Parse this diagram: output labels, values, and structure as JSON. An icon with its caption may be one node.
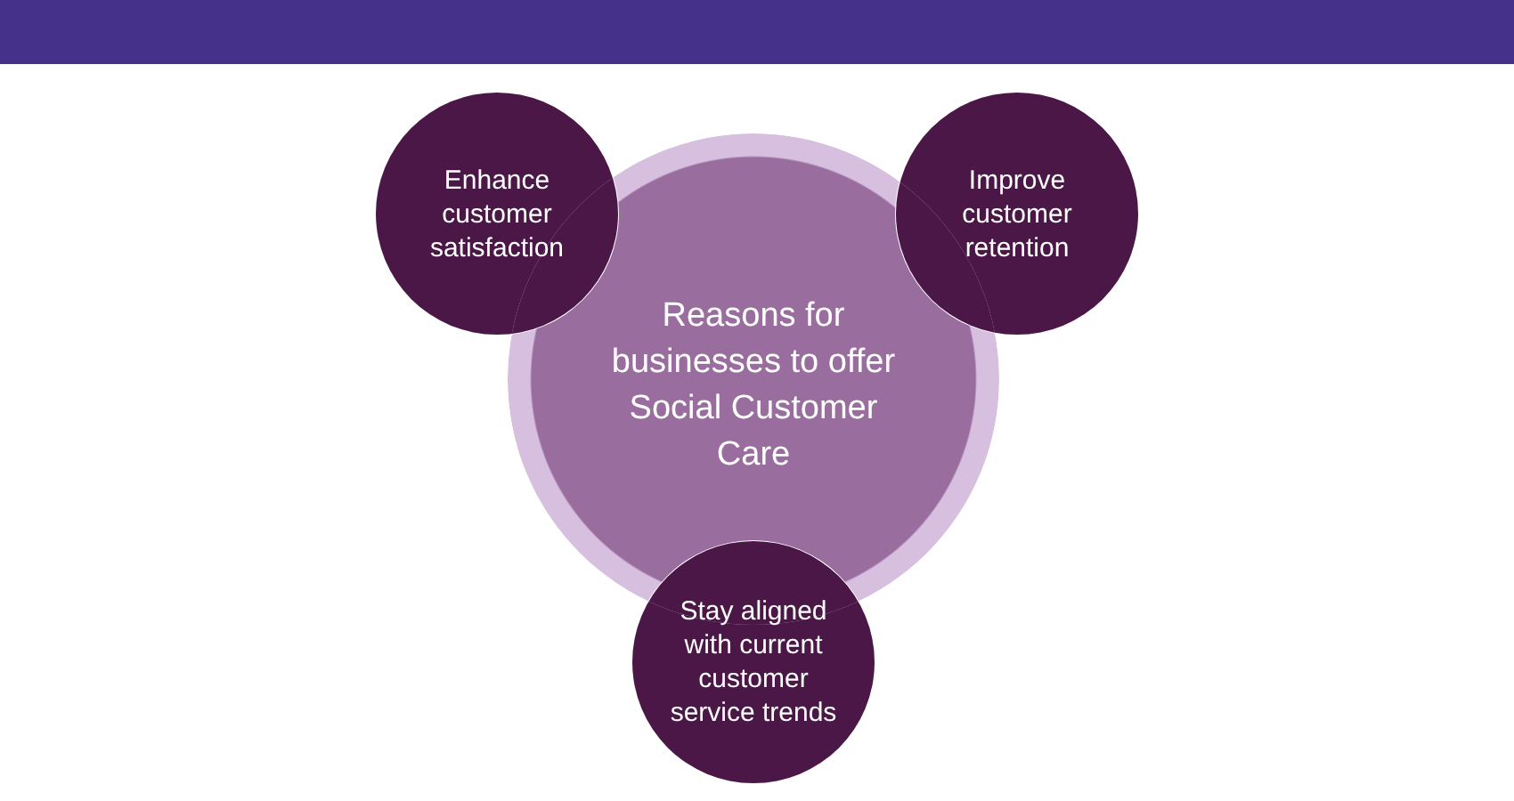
{
  "diagram": {
    "nodes": [
      {
        "text": [
          "Reasons for businesses to offer Social Customer Care"
        ]
      },
      {
        "text": [
          "Enhance customer satisfaction"
        ]
      },
      {
        "text": [
          "Improve customer retention"
        ]
      },
      {
        "text": [
          "Stay aligned with current customer service trends"
        ]
      }
    ]
  }
}
